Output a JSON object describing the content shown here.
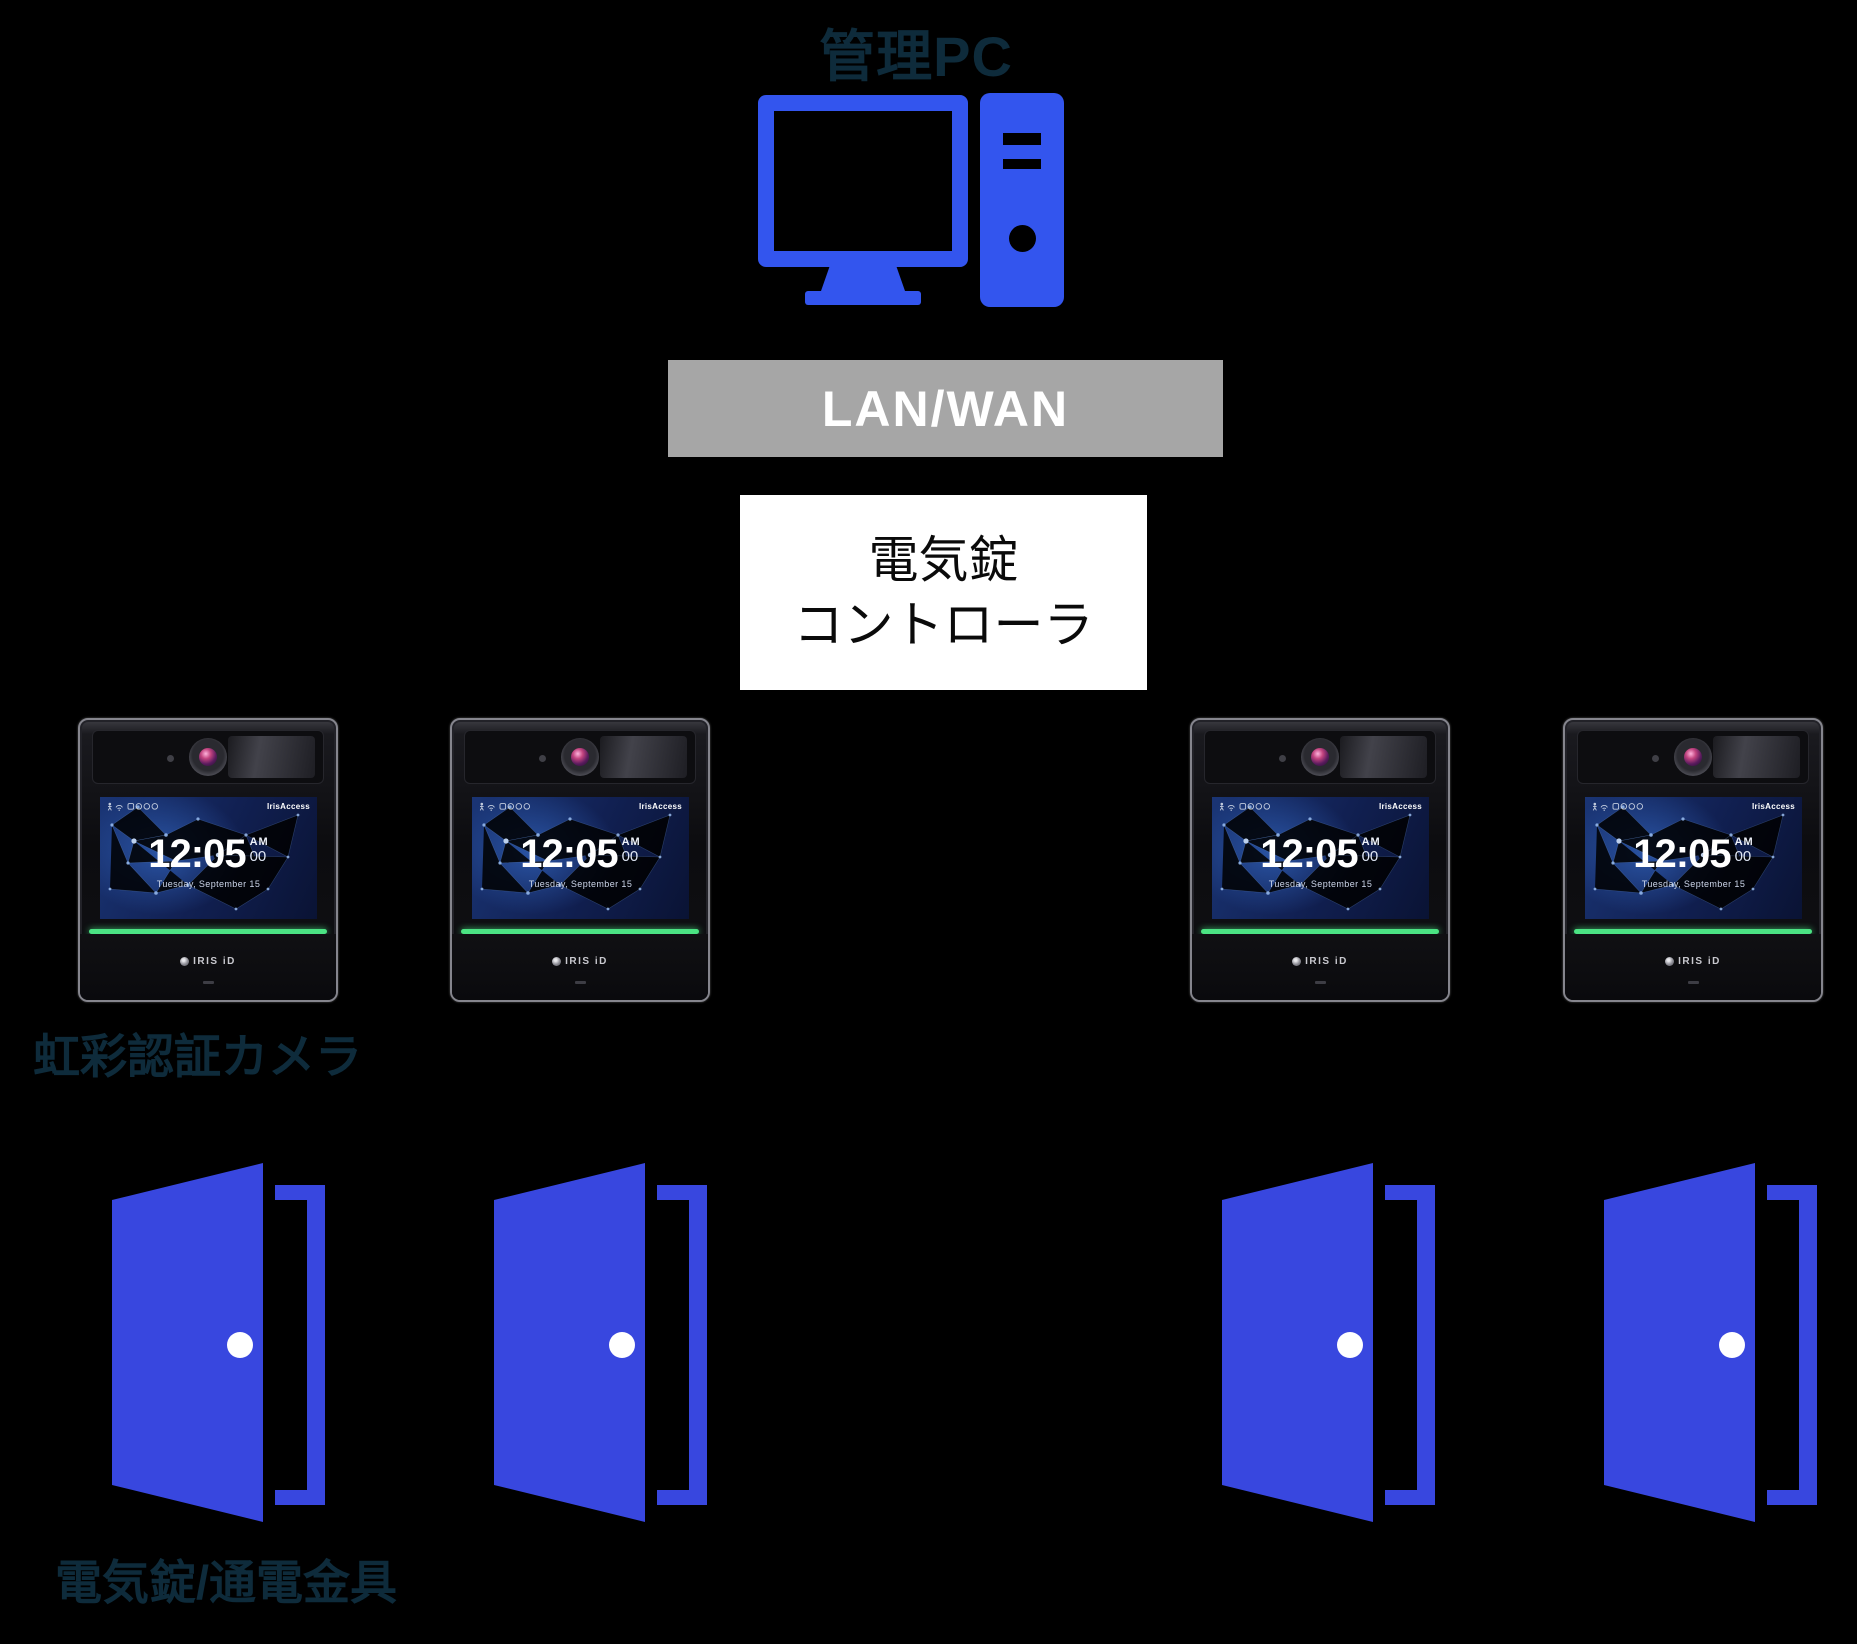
{
  "title": "管理PC",
  "network": {
    "label": "LAN/WAN"
  },
  "controller": {
    "line1": "電気錠",
    "line2": "コントローラ"
  },
  "labels": {
    "camera": "虹彩認証カメラ",
    "lock": "電気錠/通電金具"
  },
  "devices": [
    {
      "brand": "IrisAccess",
      "time": "12:05",
      "meridiem": "AM",
      "seconds": "00",
      "date": "Tuesday, September 15",
      "logo": "IRIS iD"
    },
    {
      "brand": "IrisAccess",
      "time": "12:05",
      "meridiem": "AM",
      "seconds": "00",
      "date": "Tuesday, September 15",
      "logo": "IRIS iD"
    },
    {
      "brand": "IrisAccess",
      "time": "12:05",
      "meridiem": "AM",
      "seconds": "00",
      "date": "Tuesday, September 15",
      "logo": "IRIS iD"
    },
    {
      "brand": "IrisAccess",
      "time": "12:05",
      "meridiem": "AM",
      "seconds": "00",
      "date": "Tuesday, September 15",
      "logo": "IRIS iD"
    }
  ],
  "doors": [
    {},
    {},
    {},
    {}
  ],
  "colors": {
    "pc_blue": "#3355EE",
    "door_blue": "#3847DF",
    "lan_bar_gray": "#A6A6A6",
    "lan_text": "#FFFFFF",
    "controller_bg": "#FFFFFF",
    "controller_text": "#0A0A0A",
    "label_color": "#0E2B3B",
    "status_green": "#4BE383",
    "screen_blue": "#1A3575",
    "screen_blue_dark": "#0A1334"
  }
}
